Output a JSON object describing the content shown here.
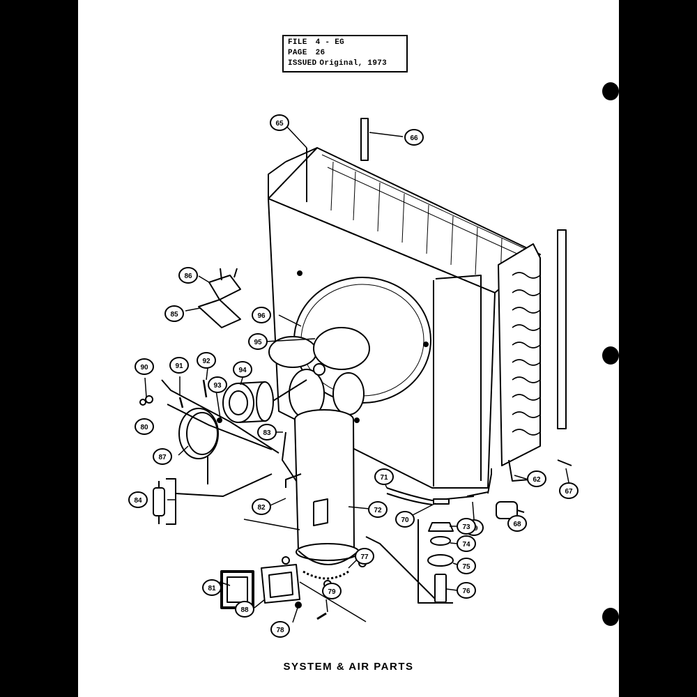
{
  "header": {
    "file_label": "FILE",
    "file_value": "4 - EG",
    "page_label": "PAGE",
    "page_value": "26",
    "issued_label": "ISSUED",
    "issued_value": "Original, 1973"
  },
  "caption": "SYSTEM & AIR PARTS",
  "callouts": [
    "65",
    "66",
    "86",
    "85",
    "96",
    "95",
    "90",
    "91",
    "92",
    "93",
    "94",
    "80",
    "87",
    "83",
    "84",
    "82",
    "71",
    "72",
    "70",
    "69",
    "68",
    "62",
    "67",
    "73",
    "74",
    "75",
    "76",
    "77",
    "81",
    "88",
    "78",
    "79"
  ],
  "colors": {
    "ink": "#000000",
    "paper": "#ffffff",
    "margin": "#000000"
  }
}
